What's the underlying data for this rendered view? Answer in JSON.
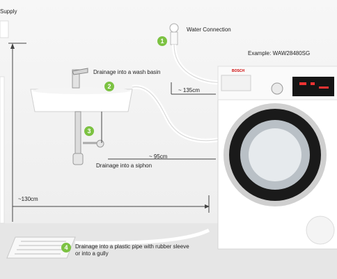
{
  "labels": {
    "supply": "Supply",
    "water_connection": "Water Connection",
    "example": "Example:  WAW28480SG",
    "drain_basin": "Drainage into a wash basin",
    "dist_135": "~ 135cm",
    "dist_95": "~ 95cm",
    "drain_siphon": "Drainage into a siphon",
    "dist_130": "~130cm",
    "drain_pipe_line1": "Drainage into a plastic pipe with rubber sleeve",
    "drain_pipe_line2": "or into a gully",
    "brand": "BOSCH"
  },
  "badges": [
    "1",
    "2",
    "3",
    "4"
  ],
  "colors": {
    "badge": "#7cc242",
    "hose": "#ffffff",
    "line": "#333333"
  }
}
